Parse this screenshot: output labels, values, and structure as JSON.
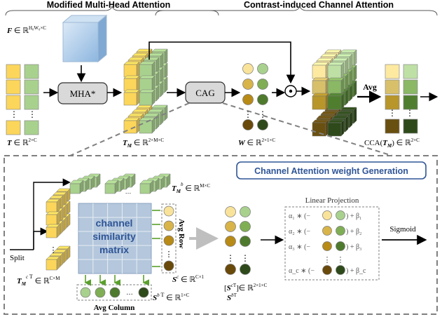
{
  "header": {
    "left_title": "Modified Multi-Head Attention",
    "right_title": "Contrast-induced Channel Attention"
  },
  "top_row": {
    "f_label": "F ∈ ℝ^{H0W0×C}",
    "mha_label": "MHA*",
    "cag_label": "CAG",
    "t_label": "T ∈ ℝ^{2×C}",
    "tm_label": "T_M ∈ ℝ^{2×M×C}",
    "w_label": "W ∈ ℝ^{2×1×C}",
    "avg_label": "Avg",
    "cca_label": "CCA(T_M) ∈ ℝ^{2×C}",
    "odot_symbol": "⊙",
    "vdots": "⋮"
  },
  "cag_panel": {
    "title": "Channel Attention weight Generation",
    "tmb_label": "T_M^b ∈ ℝ^{M×C}",
    "split_label": "Split",
    "tmc_label": "T_M^c T ∈ ℝ^{C×M}",
    "matrix_line1": "channel",
    "matrix_line2": "similarity",
    "matrix_line3": "matrix",
    "avg_row_label": "Avg Row",
    "sc_label": "S^c ∈ ℝ^{C×1}",
    "sb_label": "S^b T ∈ ℝ^{1×C}",
    "avg_col_label": "Avg   Column",
    "stack_label": "[S^c T; S^b T] ∈ ℝ^{2×1×C}",
    "linear_projection_title": "Linear Projection",
    "sigmoid_label": "Sigmoid",
    "projection_rows": [
      {
        "alpha": "α₁ ∗ (−",
        "beta": ") + β₁"
      },
      {
        "alpha": "α₂ ∗ (−",
        "beta": ") + β₂"
      },
      {
        "alpha": "α₃ ∗ (−",
        "beta": ") + β₃"
      },
      {
        "alpha": "α_c ∗ (−",
        "beta": ") + β_c"
      }
    ]
  },
  "colors": {
    "yellow": "#fbd65a",
    "yellow_light": "#fde9a0",
    "green_light": "#a9d18e",
    "green": "#7fae55",
    "green_dark": "#4e7a2d",
    "gold1": "#f9e39a",
    "gold2": "#d8b449",
    "gold3": "#b88a16",
    "gold4": "#6a4a0a",
    "grey_box": "#d9d9d9",
    "matrix_blue": "#b4c7dc",
    "title_blue": "#2f5597",
    "cube_blue": "#9ec3e6"
  }
}
